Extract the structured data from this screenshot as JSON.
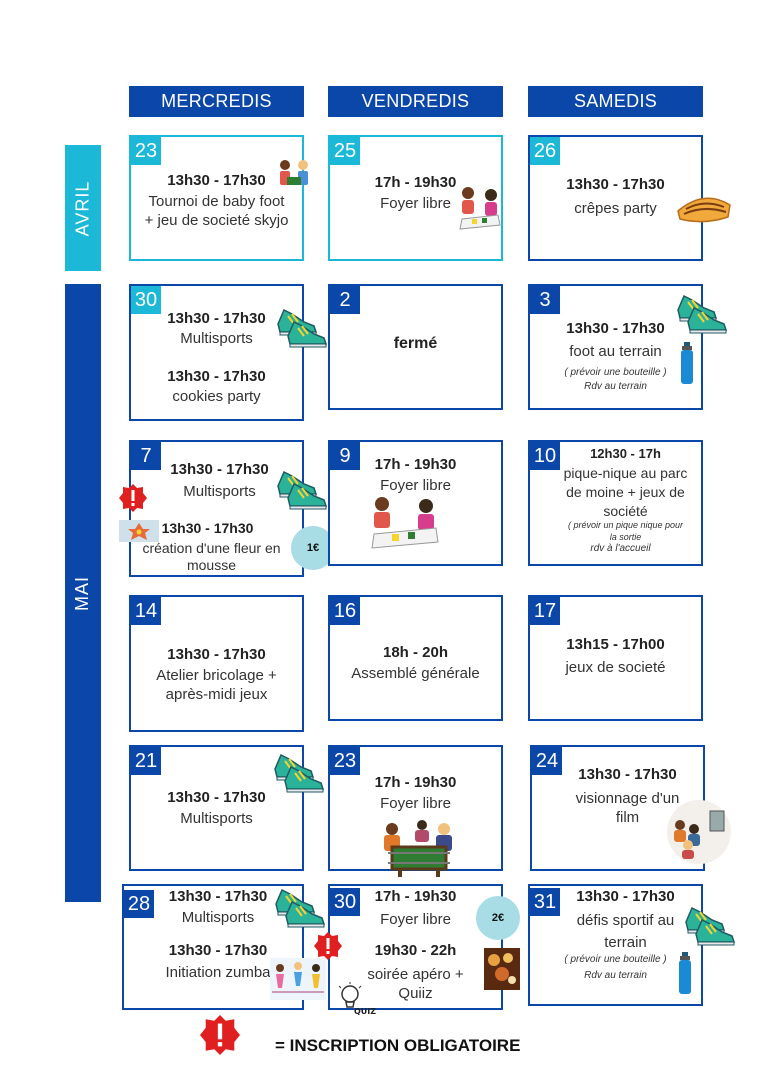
{
  "headers": [
    "MERCREDIS",
    "VENDREDIS",
    "SAMEDIS"
  ],
  "months": {
    "avril": "AVRIL",
    "mai": "MAI"
  },
  "cards": {
    "c23a": {
      "num": "23",
      "time": "13h30 - 17h30",
      "l1": "Tournoi de baby foot",
      "l2": "+ jeu de societé skyjo"
    },
    "c25": {
      "num": "25",
      "time": "17h - 19h30",
      "l1": "Foyer libre"
    },
    "c26": {
      "num": "26",
      "time": "13h30 - 17h30",
      "l1": "crêpes party"
    },
    "c30a": {
      "num": "30",
      "time1": "13h30 - 17h30",
      "l1": "Multisports",
      "time2": "13h30 - 17h30",
      "l2": "cookies party"
    },
    "c2": {
      "num": "2",
      "l1": "fermé"
    },
    "c3": {
      "num": "3",
      "time": "13h30 - 17h30",
      "l1": "foot au terrain",
      "n1": "( prévoir une bouteille )",
      "n2": "Rdv au  terrain"
    },
    "c7": {
      "num": "7",
      "time1": "13h30 - 17h30",
      "l1": "Multisports",
      "time2": "13h30 - 17h30",
      "l2": "création d'une fleur en",
      "l3": "mousse",
      "price": "1€"
    },
    "c9": {
      "num": "9",
      "time": "17h - 19h30",
      "l1": "Foyer libre"
    },
    "c10": {
      "num": "10",
      "time": "12h30 - 17h",
      "l1": "pique-nique au parc",
      "l2": "de moine + jeux de",
      "l3": "société",
      "n1": "( prévoir un pique nique pour",
      "n2": "la sortie",
      "n3": "rdv à  l'accueil"
    },
    "c14": {
      "num": "14",
      "time": "13h30 - 17h30",
      "l1": "Atelier bricolage +",
      "l2": "après-midi jeux"
    },
    "c16": {
      "num": "16",
      "time": "18h - 20h",
      "l1": "Assemblé générale"
    },
    "c17": {
      "num": "17",
      "time": "13h15 - 17h00",
      "l1": "jeux de societé"
    },
    "c21": {
      "num": "21",
      "time": "13h30 - 17h30",
      "l1": "Multisports"
    },
    "c23b": {
      "num": "23",
      "time": "17h - 19h30",
      "l1": "Foyer libre"
    },
    "c24": {
      "num": "24",
      "time": "13h30 - 17h30",
      "l1": "visionnage d'un",
      "l2": "film"
    },
    "c28": {
      "num": "28",
      "time1": "13h30 - 17h30",
      "l1": "Multisports",
      "time2": "13h30 - 17h30",
      "l2": "Initiation zumba"
    },
    "c30b": {
      "num": "30",
      "time1": "17h - 19h30",
      "l1": "Foyer libre",
      "time2": "19h30 - 22h",
      "l2": "soirée apéro +",
      "l3": "Quiiz",
      "price": "2€"
    },
    "c31": {
      "num": "31",
      "time": "13h30 - 17h30",
      "l1": "défis sportif au",
      "l2": "terrain",
      "n1": "( prévoir une bouteille )",
      "n2": "Rdv au  terrain"
    }
  },
  "quiz_text": "QUIZ",
  "footer": "=  INSCRIPTION OBLIGATOIRE",
  "colors": {
    "blue": "#0b47a8",
    "cyan": "#1bb8d8",
    "red": "#e02020",
    "price_badge": "#a8dde6"
  },
  "icons": [
    "sneakers-icon",
    "water-bottle-icon",
    "alert-icon",
    "crepe-icon",
    "kids-playing-icon",
    "foosball-icon",
    "movie-watching-icon",
    "flower-icon",
    "zumba-icon",
    "food-icon",
    "quiz-bulb-icon"
  ]
}
